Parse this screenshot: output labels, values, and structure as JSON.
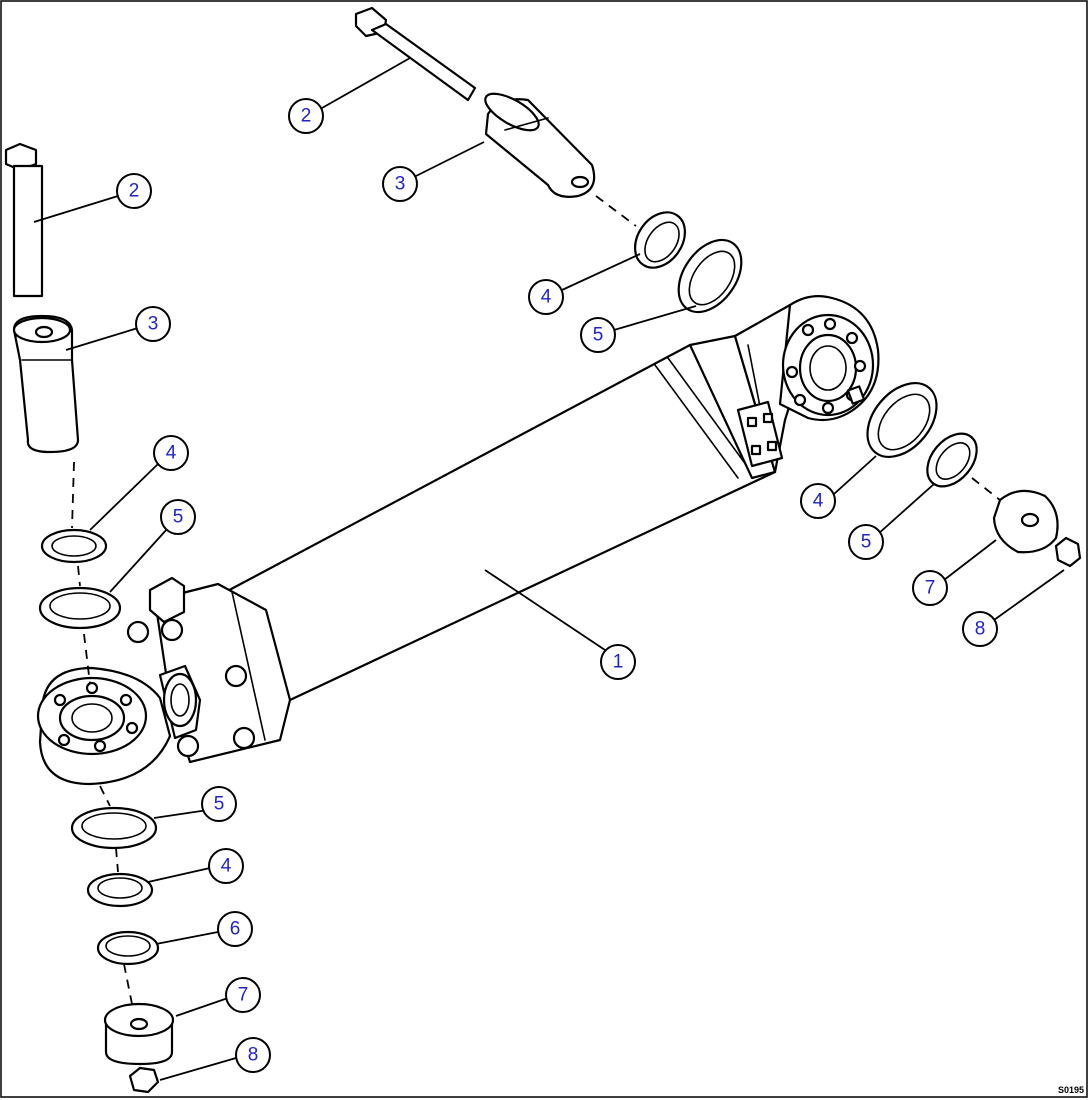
{
  "callouts": [
    {
      "id": "c1",
      "label": "1"
    },
    {
      "id": "c2a",
      "label": "2"
    },
    {
      "id": "c2b",
      "label": "2"
    },
    {
      "id": "c3a",
      "label": "3"
    },
    {
      "id": "c3b",
      "label": "3"
    },
    {
      "id": "c4a",
      "label": "4"
    },
    {
      "id": "c4b",
      "label": "4"
    },
    {
      "id": "c4c",
      "label": "4"
    },
    {
      "id": "c4d",
      "label": "4"
    },
    {
      "id": "c5a",
      "label": "5"
    },
    {
      "id": "c5b",
      "label": "5"
    },
    {
      "id": "c5c",
      "label": "5"
    },
    {
      "id": "c5d",
      "label": "5"
    },
    {
      "id": "c6",
      "label": "6"
    },
    {
      "id": "c7a",
      "label": "7"
    },
    {
      "id": "c7b",
      "label": "7"
    },
    {
      "id": "c8a",
      "label": "8"
    },
    {
      "id": "c8b",
      "label": "8"
    }
  ],
  "drawing_code": "S0195",
  "colors": {
    "line": "#000000",
    "callout_text": "#1f23c9",
    "background": "#ffffff"
  }
}
